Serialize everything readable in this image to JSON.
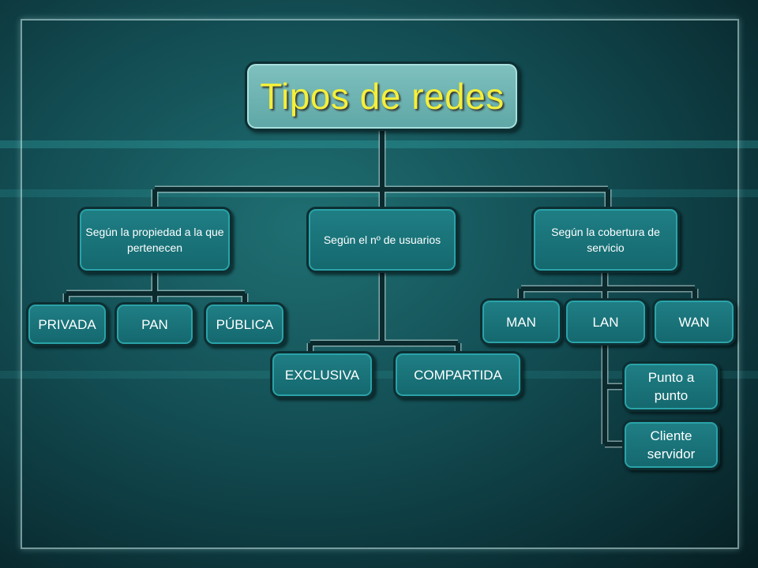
{
  "title": "Tipos de redes",
  "branches": [
    {
      "label": "Según la propiedad a la que pertenecen",
      "children": [
        "PRIVADA",
        "PAN",
        "PÚBLICA"
      ]
    },
    {
      "label": "Según el nº de usuarios",
      "children": [
        "EXCLUSIVA",
        "COMPARTIDA"
      ]
    },
    {
      "label": "Según la cobertura de servicio",
      "children": [
        "MAN",
        "LAN",
        "WAN"
      ],
      "lan_children": [
        "Punto a punto",
        "Cliente servidor"
      ]
    }
  ],
  "colors": {
    "title_text": "#f4ef3a",
    "node_fill": "#1a767b",
    "title_fill": "#6fb3b2",
    "connector": "#0b2a2e"
  }
}
